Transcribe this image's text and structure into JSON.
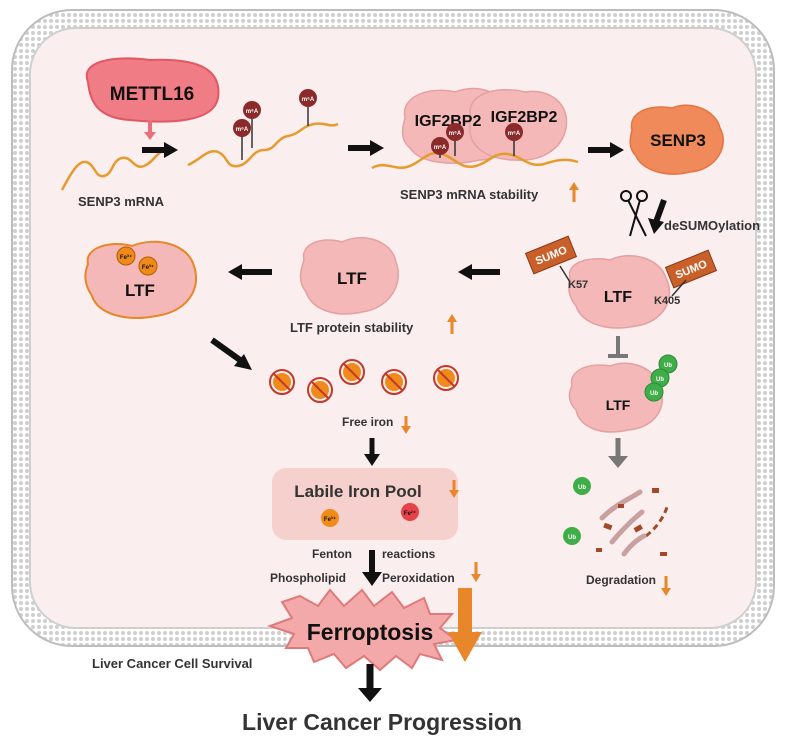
{
  "labels": {
    "mettl16": "METTL16",
    "senp3_mrna": "SENP3 mRNA",
    "m6a": "m⁶A",
    "igf2bp2": "IGF2BP2",
    "senp3_mrna_stability": "SENP3 mRNA stability",
    "senp3": "SENP3",
    "desumoylation": "deSUMOylation",
    "sumo": "SUMO",
    "k57": "K57",
    "k405": "K405",
    "ltf": "LTF",
    "ub": "Ub",
    "fe3": "Fe³⁺",
    "fe2": "Fe²⁺",
    "ltf_protein_stability": "LTF protein stability",
    "free_iron": "Free iron",
    "labile_iron_pool": "Labile Iron Pool",
    "degradation": "Degradation",
    "fenton": "Fenton",
    "reactions": "reactions",
    "phospholipid": "Phospholipid",
    "peroxidation": "Peroxidation",
    "ferroptosis": "Ferroptosis",
    "liver_cancer_cell_survival": "Liver Cancer Cell Survival",
    "liver_cancer_progression": "Liver Cancer Progression"
  },
  "colors": {
    "cell_fill": "#fbeeee",
    "membrane": "#c8c8c8",
    "protein_pink": "#f4b8b8",
    "protein_outline": "#e8862a",
    "orange_arrow": "#e8862a",
    "m6a_ball": "#8a2a2a",
    "ub_green": "#3fae49",
    "fe3_orange": "#f08a1a",
    "fe2_red": "#e8414a",
    "sumo_tag": "#c9602a",
    "senp3_orange": "#f08a5a",
    "ferroptosis_fill": "#f3a9a9"
  }
}
